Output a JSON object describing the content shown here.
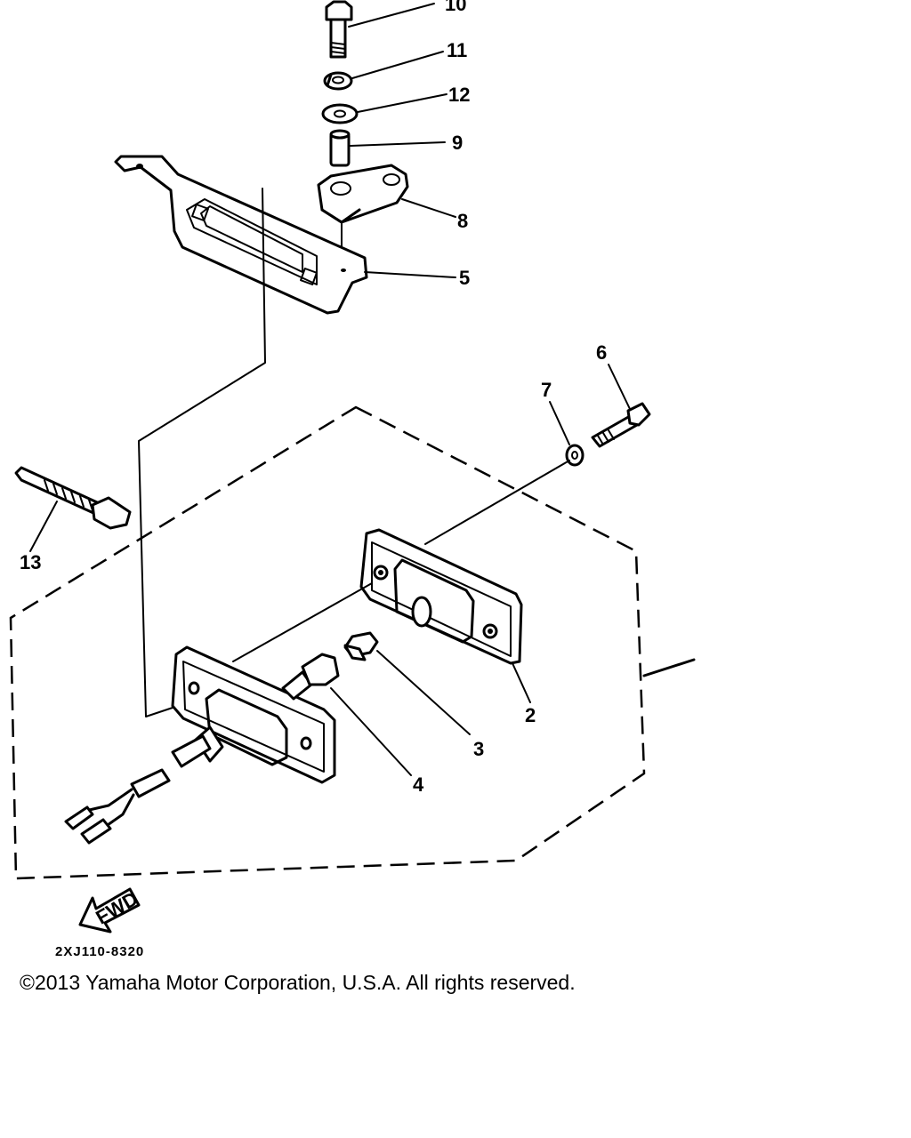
{
  "diagram": {
    "callouts": [
      {
        "id": "c10",
        "text": "10"
      },
      {
        "id": "c11",
        "text": "11"
      },
      {
        "id": "c12",
        "text": "12"
      },
      {
        "id": "c9",
        "text": "9"
      },
      {
        "id": "c8",
        "text": "8"
      },
      {
        "id": "c5",
        "text": "5"
      },
      {
        "id": "c6",
        "text": "6"
      },
      {
        "id": "c7",
        "text": "7"
      },
      {
        "id": "c13",
        "text": "13"
      },
      {
        "id": "c2",
        "text": "2"
      },
      {
        "id": "c3",
        "text": "3"
      },
      {
        "id": "c4",
        "text": "4"
      }
    ],
    "fwd_label": "FWD",
    "part_code": "2XJ110-8320",
    "copyright": "©2013 Yamaha Motor Corporation, U.S.A. All rights reserved."
  }
}
